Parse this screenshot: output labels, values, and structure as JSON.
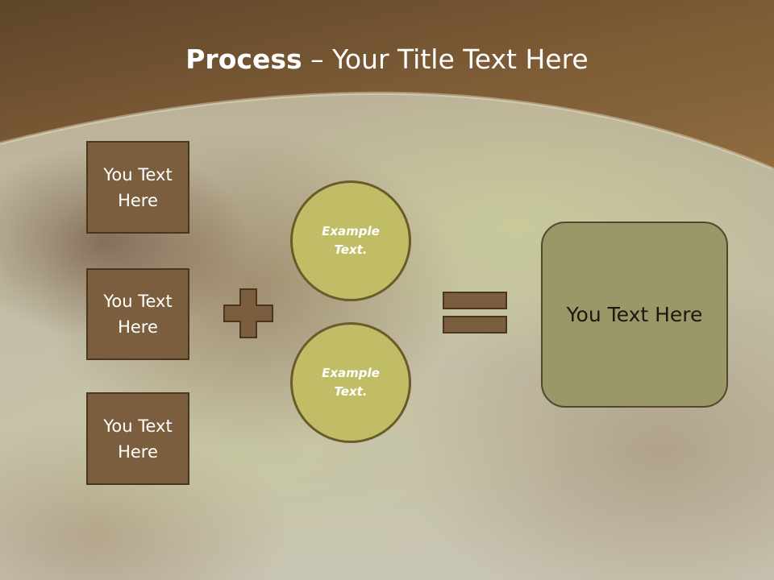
{
  "slide": {
    "title_bold": "Process",
    "title_rest": " – Your Title Text Here",
    "inputs": [
      {
        "label": "You Text Here"
      },
      {
        "label": "You Text Here"
      },
      {
        "label": "You Text Here"
      }
    ],
    "examples": [
      {
        "label": "Example Text."
      },
      {
        "label": "Example Text."
      }
    ],
    "result_label": "You Text Here",
    "operators": {
      "plus": "plus-icon",
      "equals": "equals-icon"
    }
  },
  "colors": {
    "header_brown": "#6b4f2e",
    "box_fill": "#7b5e3d",
    "circle_fill": "#c1bd66",
    "result_fill": "#9a9768",
    "operator_fill": "#7b5e3d"
  }
}
